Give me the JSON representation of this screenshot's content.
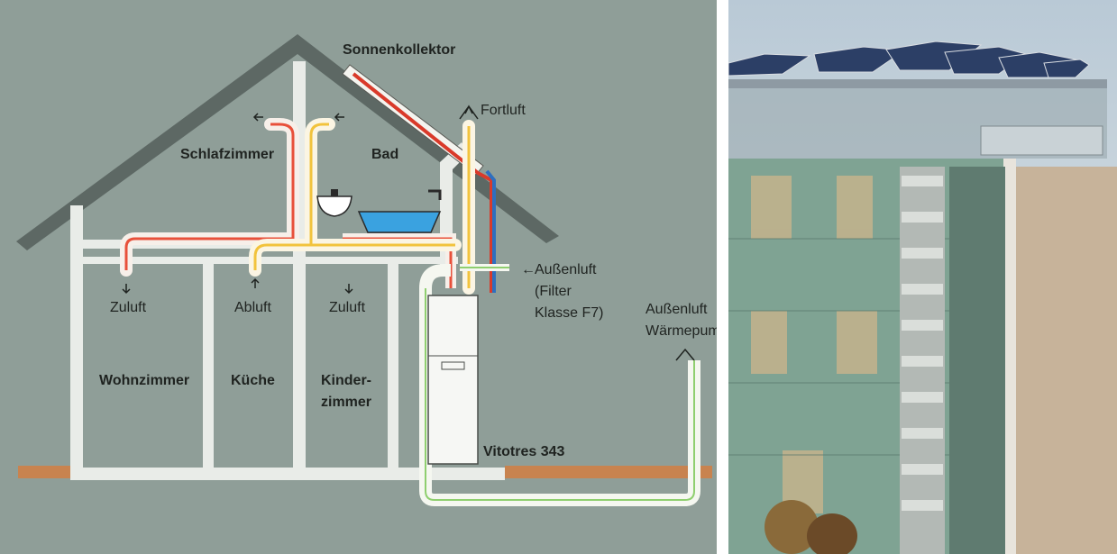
{
  "diagram": {
    "colors": {
      "background": "#8f9e98",
      "walls": "#e9ece8",
      "roof": "#5d6864",
      "ground": "#c8834f",
      "supply_duct": "#e8503a",
      "extract_duct": "#f2c33c",
      "solar_line": "#d93a2a",
      "heat_pump_line": "#f5f7f0"
    },
    "labels": {
      "sonnenkollektor": "Sonnenkollektor",
      "fortluft": "Fortluft",
      "schlafzimmer": "Schlafzimmer",
      "bad": "Bad",
      "zuluft_left": "Zuluft",
      "abluft": "Abluft",
      "zuluft_right": "Zuluft",
      "aussenluft_arrow": "←",
      "aussenluft": "Außenluft",
      "filter_line1": "(Filter",
      "filter_line2": "Klasse F7)",
      "aussenluft_wp_line1": "Außenluft",
      "aussenluft_wp_line2": "Wärmepum",
      "wohnzimmer": "Wohnzimmer",
      "kueche": "Küche",
      "kinder_line1": "Kinder-",
      "kinder_line2": "zimmer",
      "vitotres": "Vitotres 343"
    }
  },
  "photo": {
    "colors": {
      "sky": "#cdd8df",
      "glass_facade": "#7fa393",
      "panel_beige": "#c9b48c",
      "side_wall": "#c7b39a",
      "solar_panel": "#2c3f66"
    }
  }
}
